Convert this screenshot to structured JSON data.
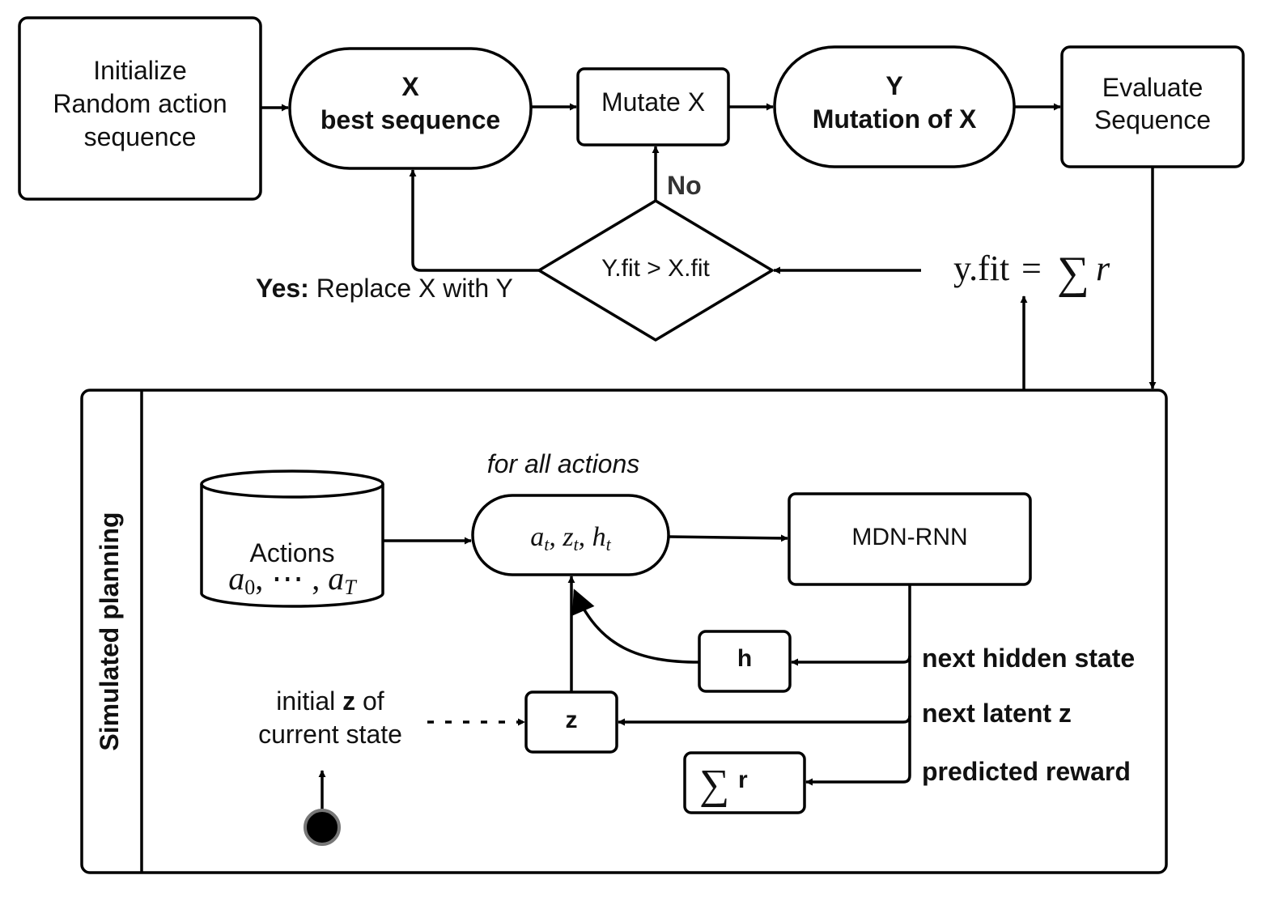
{
  "top_flow": {
    "init_box": {
      "line1": "Initialize",
      "line2": "Random action",
      "line3": "sequence"
    },
    "x_node": {
      "var": "X",
      "label": "best sequence"
    },
    "mutate_box": {
      "label": "Mutate X"
    },
    "y_node": {
      "var": "Y",
      "label": "Mutation of X"
    },
    "evaluate_box": {
      "line1": "Evaluate",
      "line2": "Sequence"
    },
    "decision": {
      "label": "Y.fit > X.fit"
    },
    "no_label": "No",
    "yes_label": {
      "bold": "Yes:",
      "rest": " Replace X with Y"
    },
    "fitness": {
      "lhs": "y.fit",
      "eq": "=",
      "sigma": "∑",
      "r": "r"
    }
  },
  "planning": {
    "panel_title": "Simulated planning",
    "loop_label": "for all actions",
    "actions_db": {
      "title": "Actions",
      "a0": "a",
      "a0_sub": "0",
      "dots": ", ⋯ , ",
      "aT": "a",
      "aT_sub": "T"
    },
    "state_node": {
      "a": "a",
      "z": "z",
      "h": "h",
      "sub": "t",
      "sep": ", "
    },
    "mdn_rnn": {
      "label": "MDN-RNN"
    },
    "h_box": {
      "label": "h"
    },
    "z_box": {
      "label": "z"
    },
    "r_box": {
      "sigma": "∑",
      "r": "r"
    },
    "outputs": {
      "hidden": "next hidden state",
      "latent": "next latent z",
      "reward": "predicted reward"
    },
    "initial": {
      "pre": "initial ",
      "bold": "z",
      "post": " of",
      "line2": "current state"
    }
  }
}
